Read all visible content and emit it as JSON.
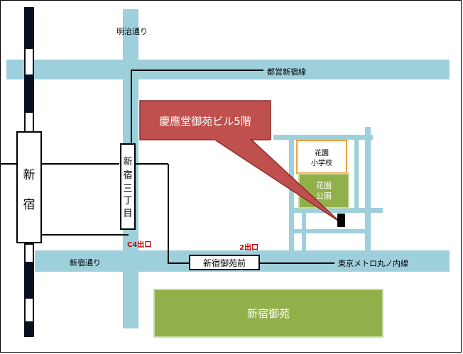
{
  "colors": {
    "road": "#9ed0dc",
    "park_fill": "#92b04a",
    "park_border": "#c7d9a0",
    "school_border": "#f0a040",
    "callout_fill": "#c0504d",
    "callout_border": "#8c2e2c",
    "exit_label": "#cc0000",
    "line": "#000000",
    "rail_black": "#0a1020",
    "rail_white": "#ffffff"
  },
  "roads": {
    "meiji_dori": "明治通り",
    "shinjuku_dori": "新宿通り"
  },
  "lines": {
    "toei_shinjuku": "都営新宿線",
    "metro_marunouchi": "東京メトロ丸ノ内線"
  },
  "stations": {
    "shinjuku": [
      "新",
      "宿"
    ],
    "shinjuku_sanchome": [
      "新",
      "宿",
      "三",
      "丁",
      "目"
    ],
    "shinjuku_gyoenmae": "新宿御苑前"
  },
  "exits": {
    "c4": "C4出口",
    "exit2": "2出口"
  },
  "landmarks": {
    "hanazono_school": [
      "花園",
      "小学校"
    ],
    "hanazono_park": [
      "花園",
      "公園"
    ],
    "shinjuku_gyoen": "新宿御苑"
  },
  "callout": {
    "text": "慶應堂御苑ビル5階"
  }
}
